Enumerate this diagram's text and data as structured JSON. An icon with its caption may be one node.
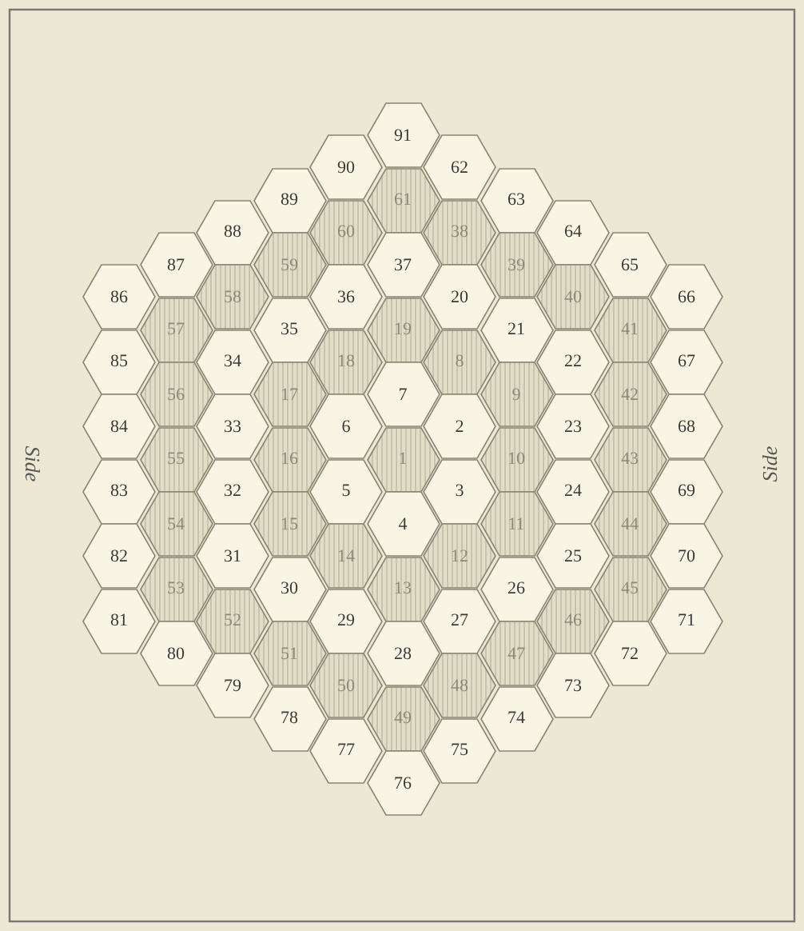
{
  "diagram": {
    "nodes": [
      {
        "text": [
          "1"
        ]
      },
      {
        "text": [
          "2"
        ]
      },
      {
        "text": [
          "3"
        ]
      },
      {
        "text": [
          "4"
        ]
      },
      {
        "text": [
          "5"
        ]
      },
      {
        "text": [
          "6"
        ]
      },
      {
        "text": [
          "7"
        ]
      },
      {
        "text": [
          "8"
        ]
      },
      {
        "text": [
          "9"
        ]
      },
      {
        "text": [
          "10"
        ]
      },
      {
        "text": [
          "11"
        ]
      },
      {
        "text": [
          "12"
        ]
      },
      {
        "text": [
          "13"
        ]
      },
      {
        "text": [
          "14"
        ]
      },
      {
        "text": [
          "15"
        ]
      },
      {
        "text": [
          "16"
        ]
      },
      {
        "text": [
          "17"
        ]
      },
      {
        "text": [
          "18"
        ]
      },
      {
        "text": [
          "19"
        ]
      },
      {
        "text": [
          "20"
        ]
      },
      {
        "text": [
          "21"
        ]
      },
      {
        "text": [
          "22"
        ]
      },
      {
        "text": [
          "23"
        ]
      },
      {
        "text": [
          "24"
        ]
      },
      {
        "text": [
          "25"
        ]
      },
      {
        "text": [
          "26"
        ]
      },
      {
        "text": [
          "27"
        ]
      },
      {
        "text": [
          "28"
        ]
      },
      {
        "text": [
          "29"
        ]
      },
      {
        "text": [
          "30"
        ]
      },
      {
        "text": [
          "31"
        ]
      },
      {
        "text": [
          "32"
        ]
      },
      {
        "text": [
          "33"
        ]
      },
      {
        "text": [
          "34"
        ]
      },
      {
        "text": [
          "35"
        ]
      },
      {
        "text": [
          "36"
        ]
      },
      {
        "text": [
          "37"
        ]
      },
      {
        "text": [
          "38"
        ]
      },
      {
        "text": [
          "39"
        ]
      },
      {
        "text": [
          "40"
        ]
      },
      {
        "text": [
          "41"
        ]
      },
      {
        "text": [
          "42"
        ]
      },
      {
        "text": [
          "43"
        ]
      },
      {
        "text": [
          "44"
        ]
      },
      {
        "text": [
          "45"
        ]
      },
      {
        "text": [
          "46"
        ]
      },
      {
        "text": [
          "47"
        ]
      },
      {
        "text": [
          "48"
        ]
      },
      {
        "text": [
          "49"
        ]
      },
      {
        "text": [
          "50"
        ]
      },
      {
        "text": [
          "51"
        ]
      },
      {
        "text": [
          "52"
        ]
      },
      {
        "text": [
          "53"
        ]
      },
      {
        "text": [
          "54"
        ]
      },
      {
        "text": [
          "55"
        ]
      },
      {
        "text": [
          "56"
        ]
      },
      {
        "text": [
          "57"
        ]
      },
      {
        "text": [
          "58"
        ]
      },
      {
        "text": [
          "59"
        ]
      },
      {
        "text": [
          "60"
        ]
      },
      {
        "text": [
          "61"
        ]
      },
      {
        "text": [
          "62"
        ]
      },
      {
        "text": [
          "63"
        ]
      },
      {
        "text": [
          "64"
        ]
      },
      {
        "text": [
          "65"
        ]
      },
      {
        "text": [
          "66"
        ]
      },
      {
        "text": [
          "67"
        ]
      },
      {
        "text": [
          "68"
        ]
      },
      {
        "text": [
          "69"
        ]
      },
      {
        "text": [
          "70"
        ]
      },
      {
        "text": [
          "71"
        ]
      },
      {
        "text": [
          "72"
        ]
      },
      {
        "text": [
          "73"
        ]
      },
      {
        "text": [
          "74"
        ]
      },
      {
        "text": [
          "75"
        ]
      },
      {
        "text": [
          "76"
        ]
      },
      {
        "text": [
          "77"
        ]
      },
      {
        "text": [
          "78"
        ]
      },
      {
        "text": [
          "79"
        ]
      },
      {
        "text": [
          "80"
        ]
      },
      {
        "text": [
          "81"
        ]
      },
      {
        "text": [
          "82"
        ]
      },
      {
        "text": [
          "83"
        ]
      },
      {
        "text": [
          "84"
        ]
      },
      {
        "text": [
          "85"
        ]
      },
      {
        "text": [
          "86"
        ]
      },
      {
        "text": [
          "87"
        ]
      },
      {
        "text": [
          "88"
        ]
      },
      {
        "text": [
          "89"
        ]
      },
      {
        "text": [
          "90"
        ]
      },
      {
        "text": [
          "91"
        ]
      }
    ],
    "labels": [
      "Side",
      "Side"
    ]
  }
}
